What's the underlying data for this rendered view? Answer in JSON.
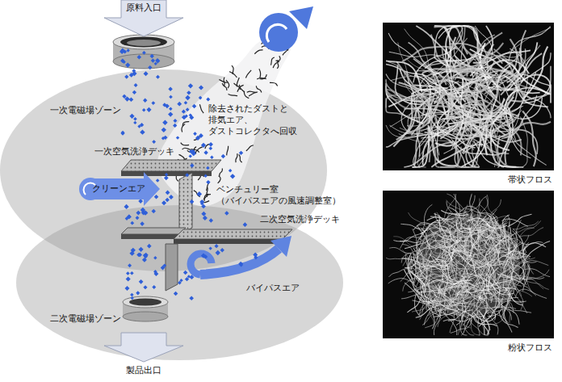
{
  "diagram": {
    "nodes": [
      {
        "text": [
          "原料入口"
        ]
      },
      {
        "text": [
          "一次電磁場ゾーン"
        ]
      },
      {
        "text": [
          "クリーンエア"
        ],
        "in": 1
      },
      {
        "text": [
          "二次電磁場ゾーン"
        ]
      },
      {
        "text": [
          "製品出口"
        ]
      },
      {
        "text": [
          "帯状フロス"
        ]
      },
      {
        "text": [
          "粉状フロス"
        ]
      }
    ],
    "labels": [
      "除去されたダストと 排気エア、 ダストコレクタへ回収",
      "一次空気洗浄デッキ",
      "ベンチュリー室 （バイパスエアの風速調整室）",
      "二次空気洗浄デッキ",
      "バイパスエア"
    ]
  }
}
